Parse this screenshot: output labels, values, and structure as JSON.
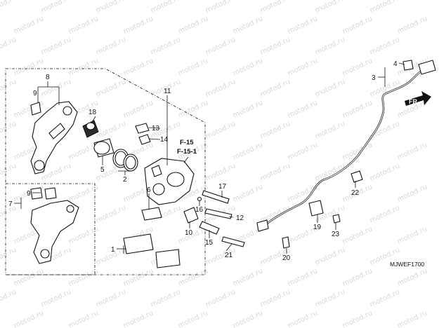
{
  "watermark": "motod.ru",
  "diagram_code": "MJWEF1700",
  "direction_arrow": "FR.",
  "reference_labels": [
    "F-15",
    "F-15-1"
  ],
  "callouts": {
    "n1": "1",
    "n2": "2",
    "n3": "3",
    "n4": "4",
    "n5": "5",
    "n6": "6",
    "n7": "7",
    "n8": "8",
    "n9a": "9",
    "n9b": "9",
    "n10": "10",
    "n11": "11",
    "n12": "12",
    "n13": "13",
    "n14": "14",
    "n15": "15",
    "n16": "16",
    "n17": "17",
    "n18": "18",
    "n19": "19",
    "n20": "20",
    "n21": "21",
    "n22": "22",
    "n23": "23"
  }
}
